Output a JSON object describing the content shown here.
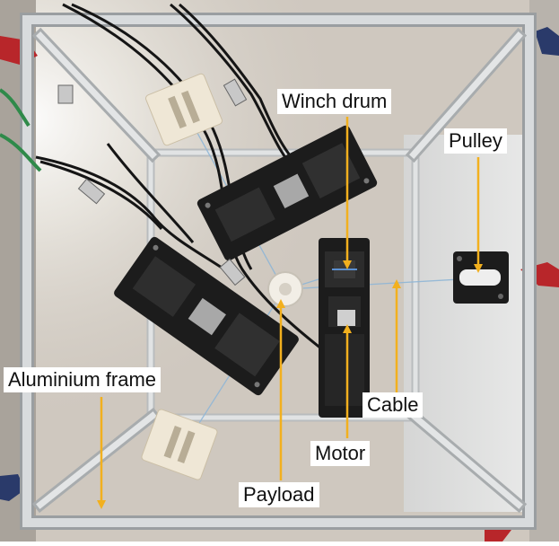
{
  "labels": {
    "winch_drum": "Winch drum",
    "pulley": "Pulley",
    "aluminium_frame": "Aluminium frame",
    "cable": "Cable",
    "motor": "Motor",
    "payload": "Payload"
  },
  "colors": {
    "arrow": "#f2b01e",
    "frame": "#c9ccce",
    "background": "#d7d2cb",
    "unit_body": "#1c1c1c",
    "plate": "#efe7d6",
    "cable": "#8fb6d6"
  }
}
